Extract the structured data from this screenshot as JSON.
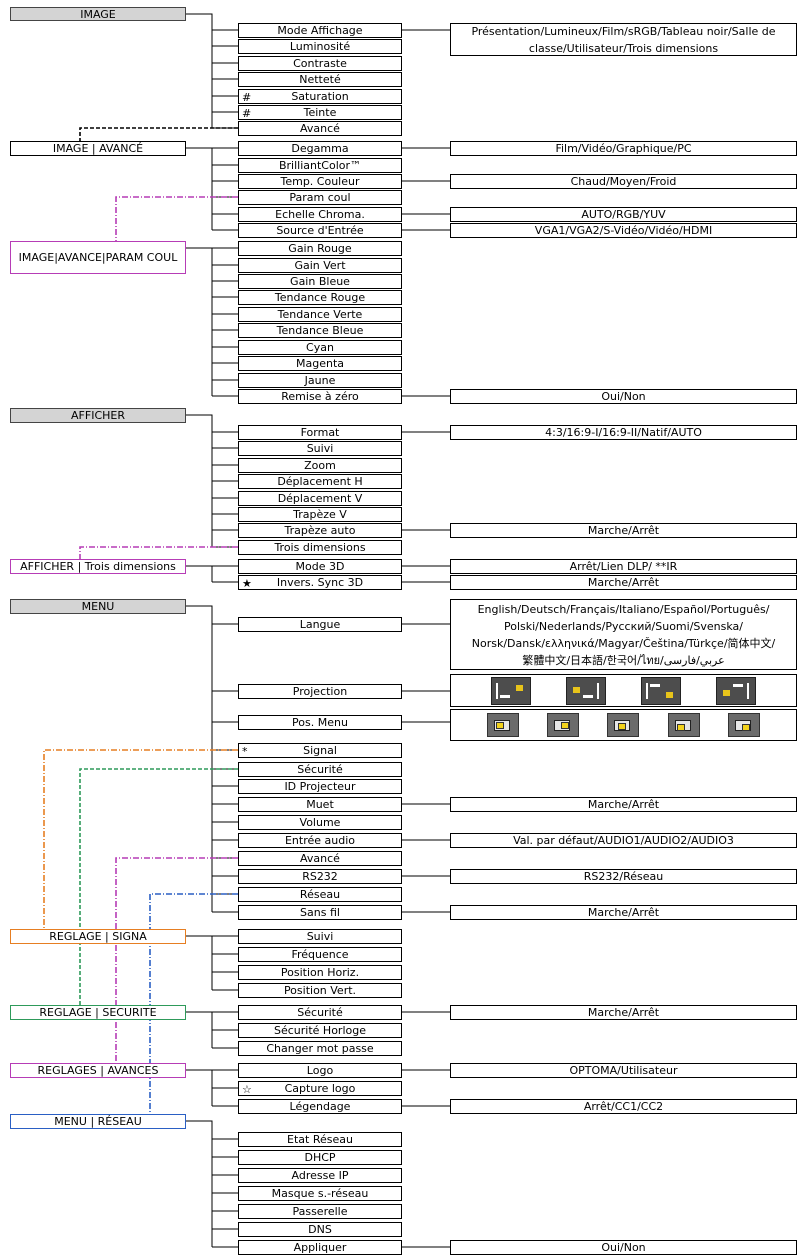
{
  "colors": {
    "border": "#000000",
    "header_fill": "#d4d4d4",
    "black_dash": "#000000",
    "magenta": "#b63cb6",
    "orange": "#e67e22",
    "green": "#2e9a5a",
    "blue": "#2a5fc4",
    "yellow": "#f2d21c"
  },
  "image": {
    "header": "IMAGE",
    "items": [
      "Mode Affichage",
      "Luminosité",
      "Contraste",
      "Netteté",
      "Saturation",
      "Teinte",
      "Avancé"
    ],
    "markers": {
      "saturation": "#",
      "teinte": "#"
    },
    "mode_options": "Présentation/Lumineux/Film/sRGB/Tableau noir/Salle de classe/Utilisateur/Trois dimensions"
  },
  "image_avance": {
    "header": "IMAGE | AVANCÉ",
    "items": [
      "Degamma",
      "BrilliantColor™",
      "Temp. Couleur",
      "Param coul",
      "Echelle Chroma.",
      "Source d'Entrée"
    ],
    "options": {
      "degamma": "Film/Vidéo/Graphique/PC",
      "temp": "Chaud/Moyen/Froid",
      "chroma": "AUTO/RGB/YUV",
      "source": "VGA1/VGA2/S-Vidéo/Vidéo/HDMI"
    }
  },
  "param_coul": {
    "header": "IMAGE|AVANCE|PARAM COUL",
    "items": [
      "Gain Rouge",
      "Gain Vert",
      "Gain Bleue",
      "Tendance Rouge",
      "Tendance Verte",
      "Tendance Bleue",
      "Cyan",
      "Magenta",
      "Jaune",
      "Remise à zéro"
    ],
    "reset_options": "Oui/Non"
  },
  "afficher": {
    "header": "AFFICHER",
    "items": [
      "Format",
      "Suivi",
      "Zoom",
      "Déplacement H",
      "Déplacement V",
      "Trapèze V",
      "Trapèze auto",
      "Trois dimensions"
    ],
    "options": {
      "format": "4:3/16:9-I/16:9-II/Natif/AUTO",
      "trapeze_auto": "Marche/Arrêt"
    }
  },
  "afficher_3d": {
    "header": "AFFICHER | Trois dimensions",
    "items": [
      "Mode 3D",
      "Invers. Sync 3D"
    ],
    "markers": {
      "invers": "★"
    },
    "options": {
      "mode3d": "Arrêt/Lien DLP/ **IR",
      "invers": "Marche/Arrêt"
    }
  },
  "menu": {
    "header": "MENU",
    "items": [
      "Langue",
      "Projection",
      "Pos. Menu",
      "Signal",
      "Sécurité",
      "ID Projecteur",
      "Muet",
      "Volume",
      "Entrée audio",
      "Avancé",
      "RS232",
      "Réseau",
      "Sans fil"
    ],
    "markers": {
      "signal": "*"
    },
    "langue_lines": [
      "English/Deutsch/Français/Italiano/Español/Português/",
      "Polski/Nederlands/Русский/Suomi/Svenska/",
      "Norsk/Dansk/ελληνικά/Magyar/Čeština/Türkçe/简体中文/",
      "繁體中文/日本語/한국어/ไทย/عربي/فارسی"
    ],
    "projection_icons": [
      "front-desktop-icon",
      "rear-desktop-icon",
      "front-ceiling-icon",
      "rear-ceiling-icon"
    ],
    "pos_menu_icons": [
      "top-left-icon",
      "top-right-icon",
      "center-icon",
      "bottom-left-icon",
      "bottom-right-icon"
    ],
    "options": {
      "muet": "Marche/Arrêt",
      "entree_audio": "Val. par défaut/AUDIO1/AUDIO2/AUDIO3",
      "rs232": "RS232/Réseau",
      "sans_fil": "Marche/Arrêt"
    }
  },
  "reglage_signal": {
    "header": "REGLAGE | SIGNA",
    "items": [
      "Suivi",
      "Fréquence",
      "Position Horiz.",
      "Position Vert."
    ]
  },
  "reglage_securite": {
    "header": "REGLAGE | SECURITE",
    "items": [
      "Sécurité",
      "Sécurité Horloge",
      "Changer mot passe"
    ],
    "options": {
      "securite": "Marche/Arrêt"
    }
  },
  "reglages_avances": {
    "header": "REGLAGES | AVANCES",
    "items": [
      "Logo",
      "Capture logo",
      "Légendage"
    ],
    "markers": {
      "capture": "☆"
    },
    "options": {
      "logo": "OPTOMA/Utilisateur",
      "legendage": "Arrêt/CC1/CC2"
    }
  },
  "menu_reseau": {
    "header": "MENU | RÉSEAU",
    "items": [
      "Etat Réseau",
      "DHCP",
      "Adresse IP",
      "Masque s.-réseau",
      "Passerelle",
      "DNS",
      "Appliquer"
    ],
    "options": {
      "appliquer": "Oui/Non"
    }
  }
}
